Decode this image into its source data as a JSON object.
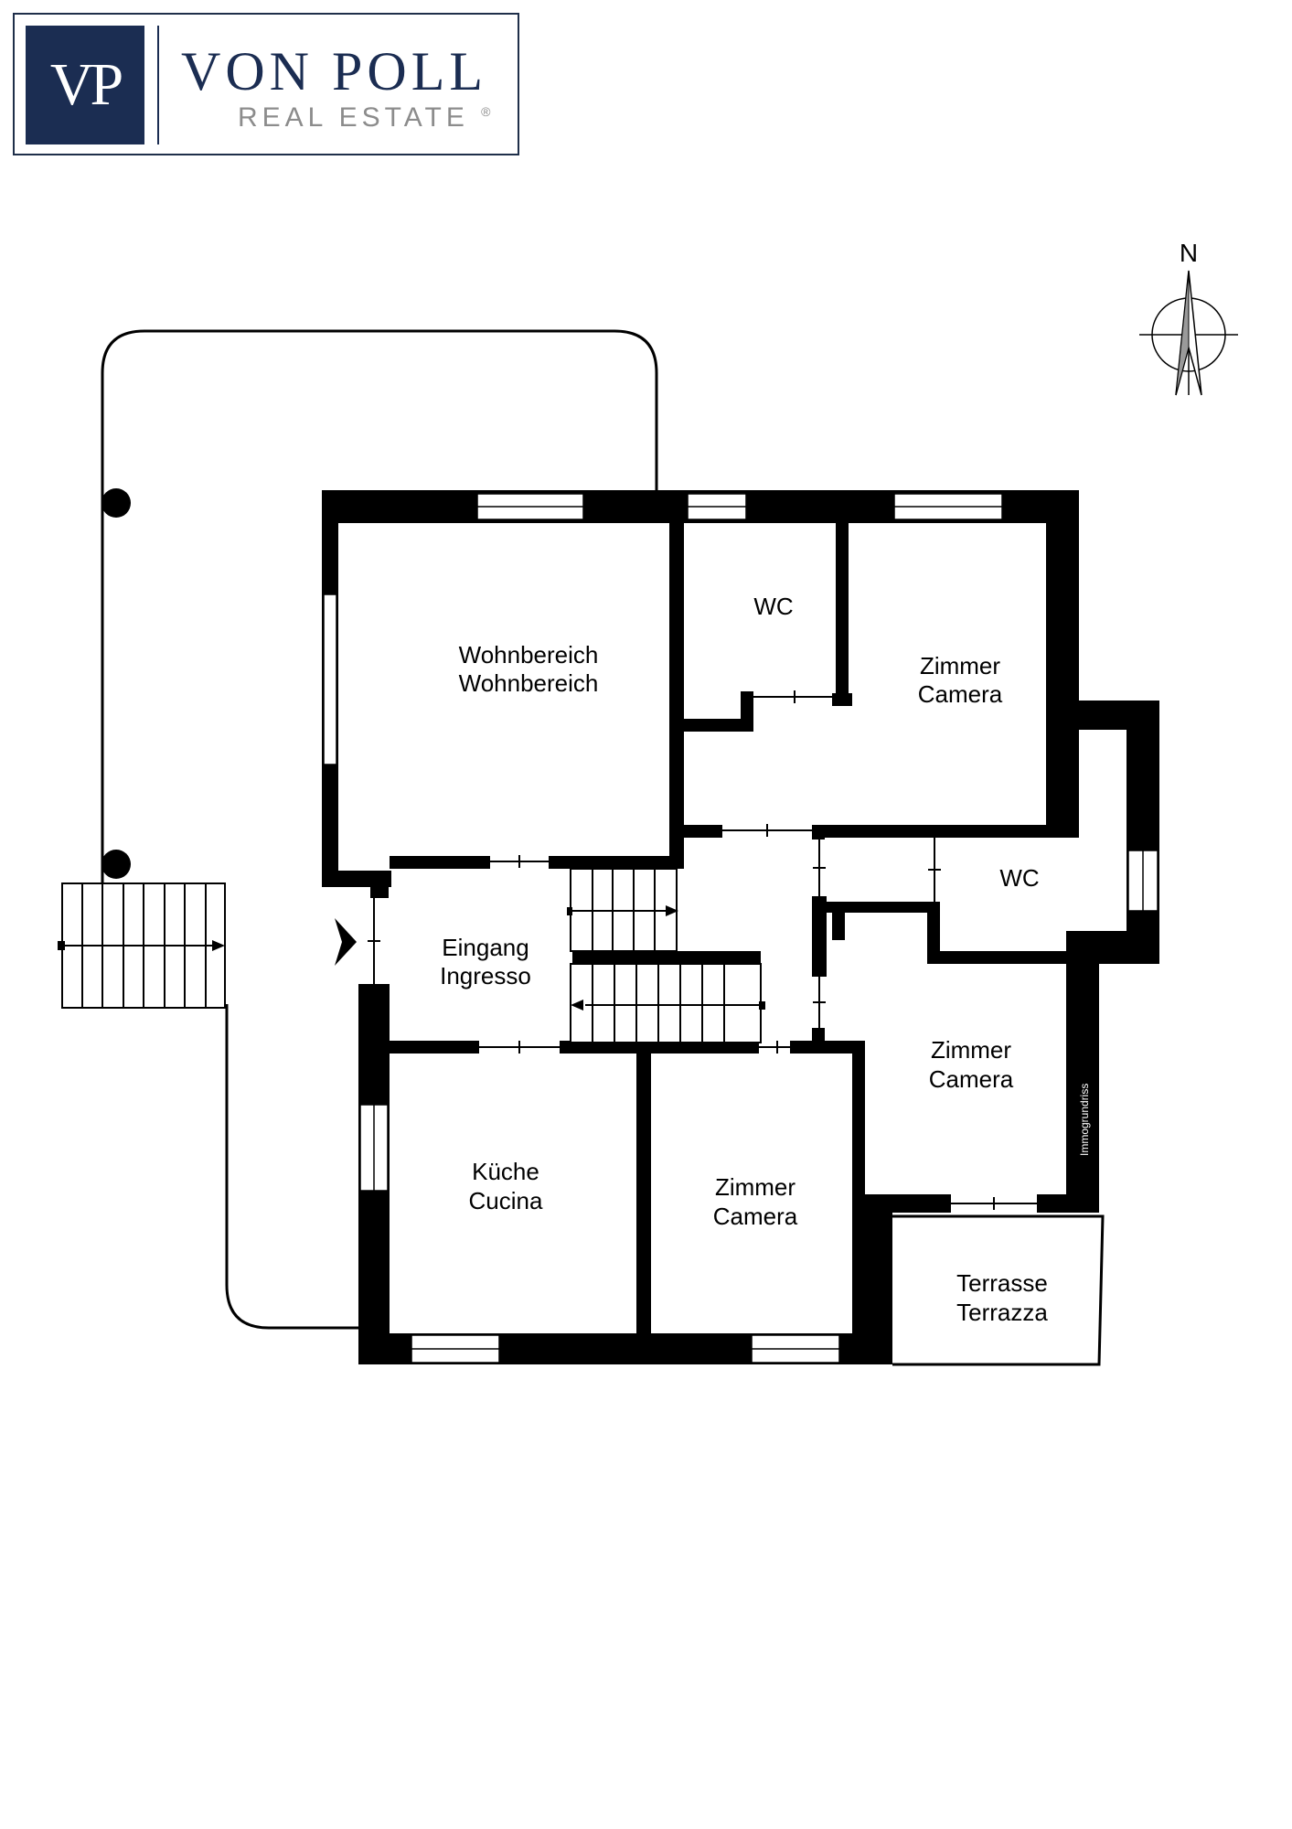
{
  "brand": {
    "monogram": "VP",
    "name": "VON POLL",
    "tagline": "REAL ESTATE",
    "registered": "®",
    "color": "#1b2d52"
  },
  "compass": {
    "label": "N",
    "icon": "north-arrow-icon"
  },
  "rooms": {
    "living": {
      "line1": "Wohnbereich",
      "line2": "Wohnbereich"
    },
    "wc_top": {
      "line1": "WC"
    },
    "room_ne": {
      "line1": "Zimmer",
      "line2": "Camera"
    },
    "wc_mid": {
      "line1": "WC"
    },
    "entrance": {
      "line1": "Eingang",
      "line2": "Ingresso"
    },
    "room_e": {
      "line1": "Zimmer",
      "line2": "Camera"
    },
    "kitchen": {
      "line1": "Küche",
      "line2": "Cucina"
    },
    "room_s": {
      "line1": "Zimmer",
      "line2": "Camera"
    },
    "terrace": {
      "line1": "Terrasse",
      "line2": "Terrazza"
    }
  },
  "credit": "Immogrundriss"
}
